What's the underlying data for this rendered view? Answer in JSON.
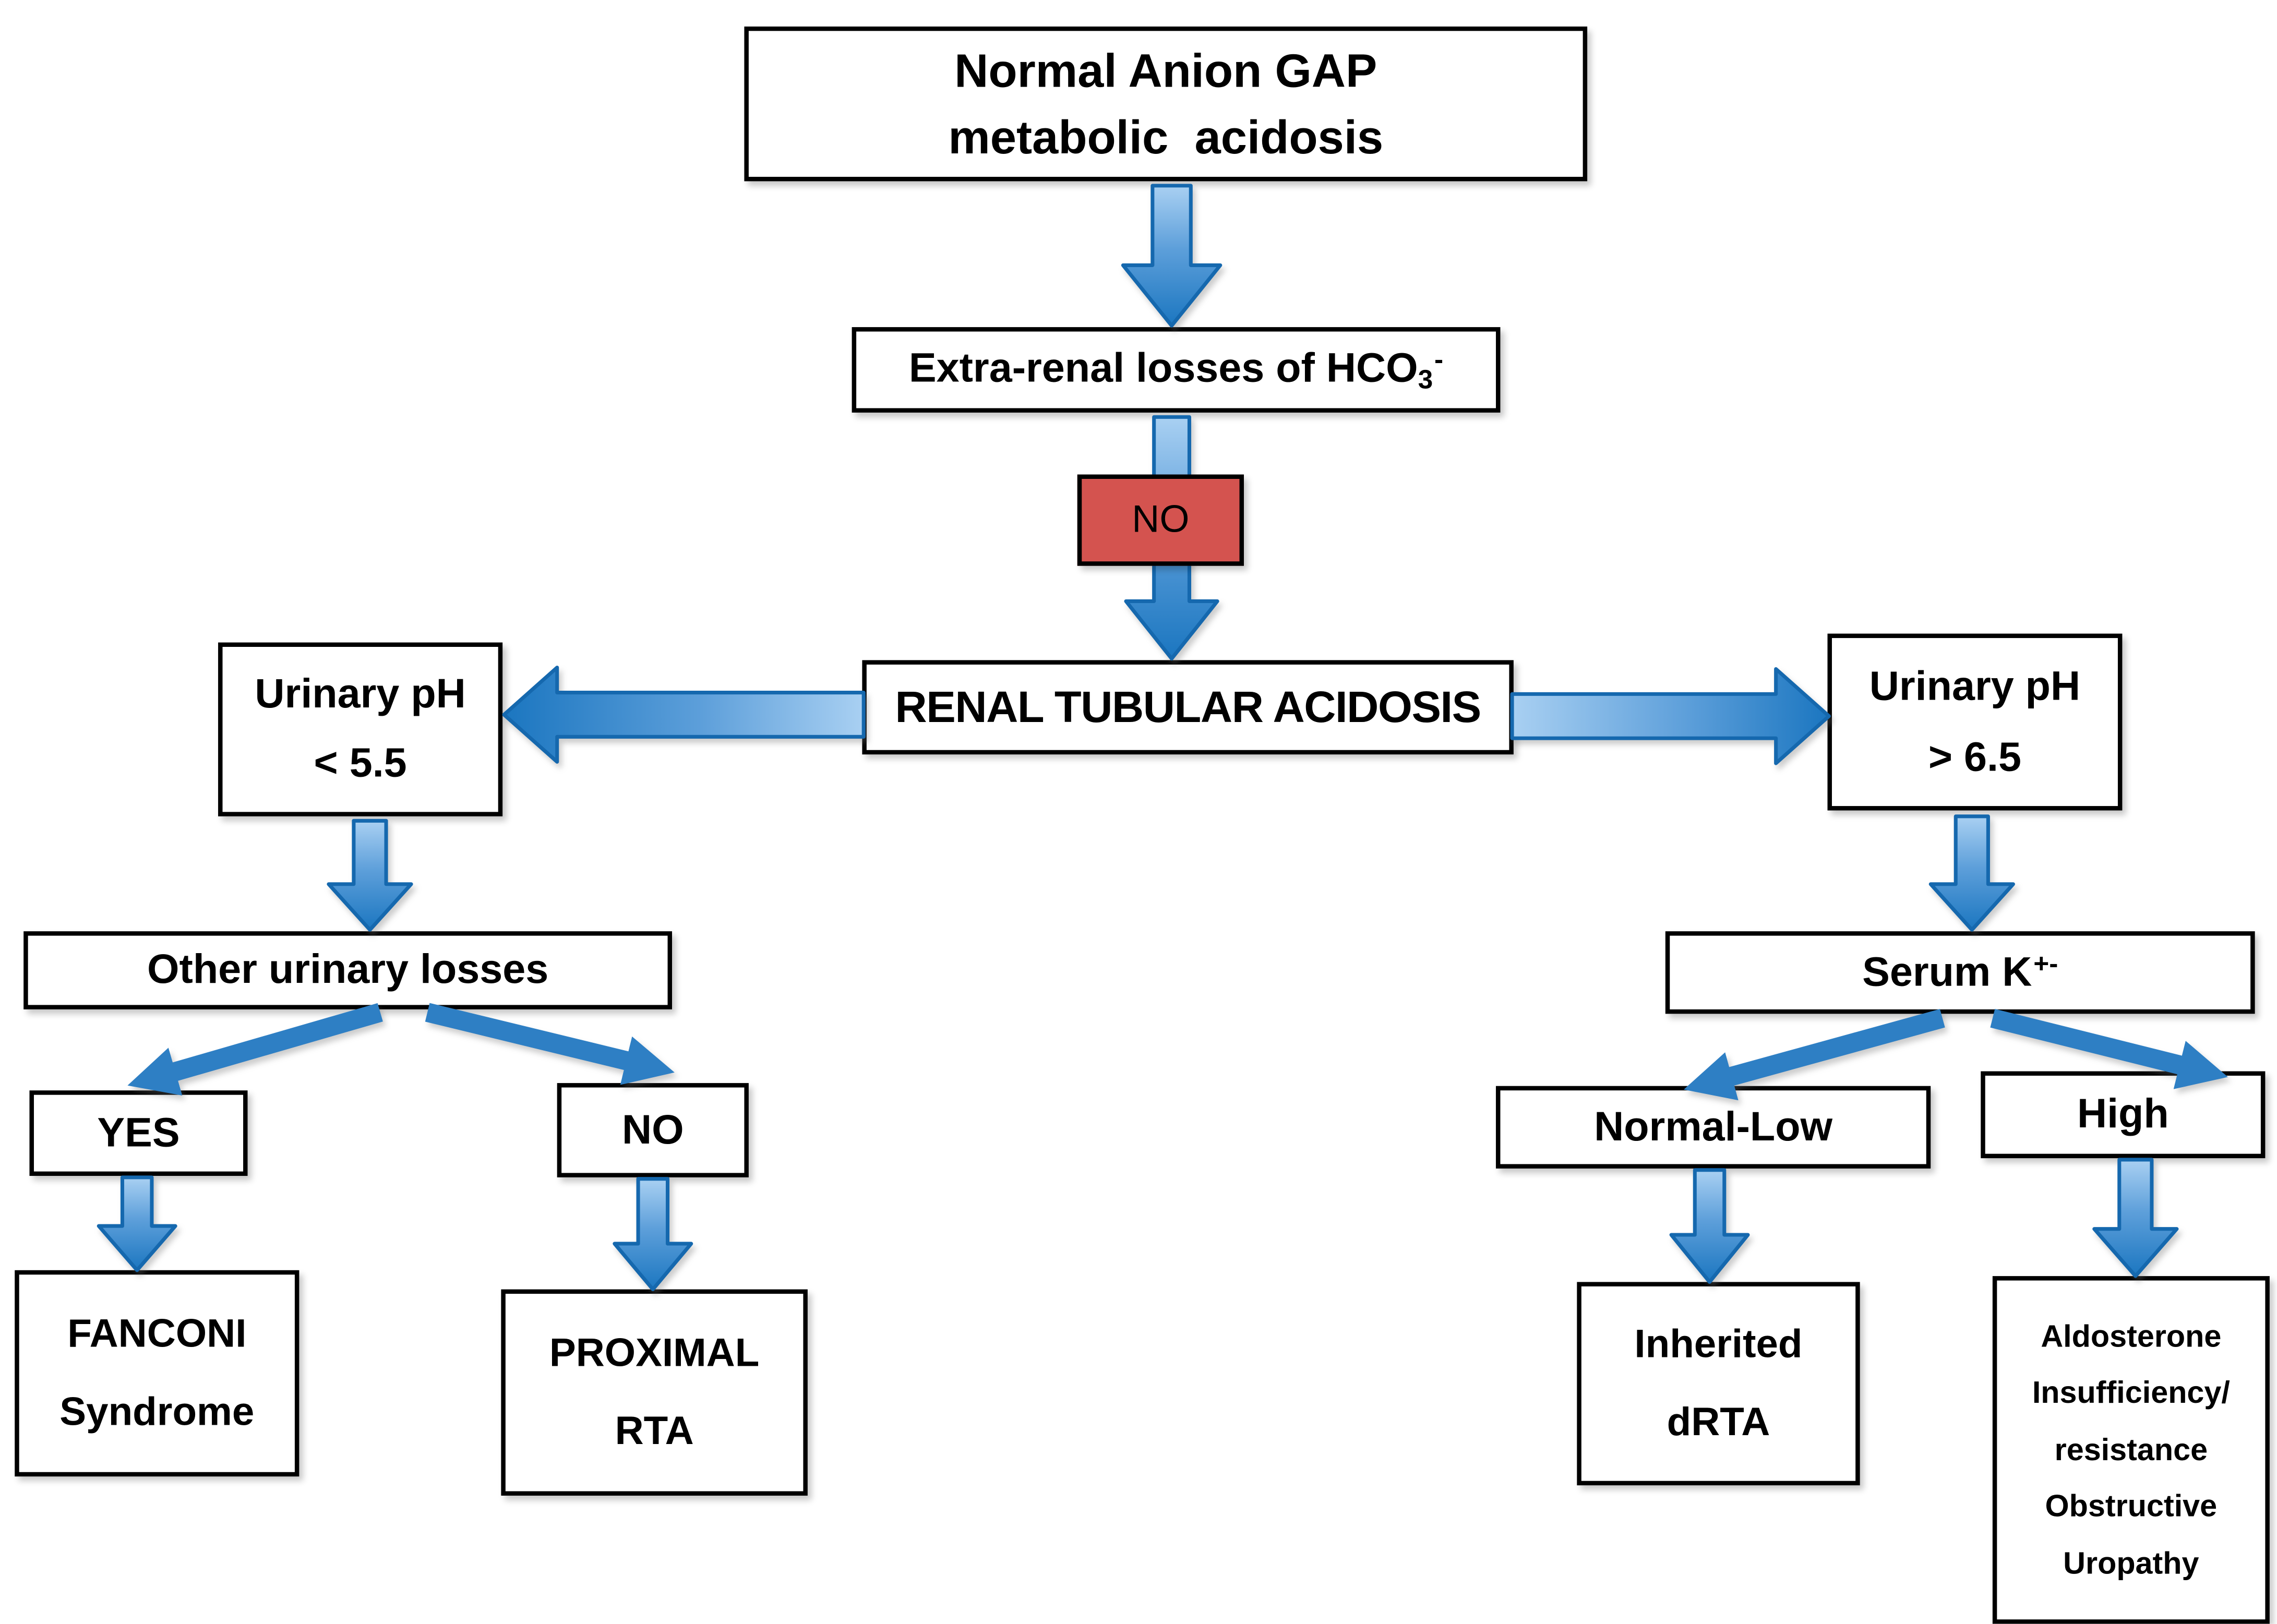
{
  "nodes": {
    "top": {
      "line1": "Normal Anion GAP",
      "line2": "metabolic  acidosis"
    },
    "extrarenal": {
      "prefix": "Extra-renal losses of HCO",
      "sub": "3",
      "sup": "-"
    },
    "no_gate": {
      "label": "NO"
    },
    "rta": {
      "label": "RENAL TUBULAR ACIDOSIS"
    },
    "ph_low": {
      "line1": "Urinary pH",
      "line2": "< 5.5"
    },
    "ph_high": {
      "line1": "Urinary pH",
      "line2": "> 6.5"
    },
    "other_losses": {
      "label": "Other urinary losses"
    },
    "serum_k": {
      "prefix": "Serum K",
      "sup": "+-"
    },
    "yes": {
      "label": "YES"
    },
    "no2": {
      "label": "NO"
    },
    "normal_low": {
      "label": "Normal-Low"
    },
    "high": {
      "label": "High"
    },
    "fanconi": {
      "line1": "FANCONI",
      "line2": "Syndrome"
    },
    "proximal": {
      "line1": "PROXIMAL",
      "line2": "RTA"
    },
    "inherited": {
      "line1": "Inherited",
      "line2": "dRTA"
    },
    "aldosterone": {
      "lines": [
        "Aldosterone",
        "Insufficiency/",
        "resistance",
        "Obstructive",
        "Uropathy"
      ]
    }
  },
  "edges": [
    {
      "from": "normal-anion-gap",
      "to": "extra-renal-losses"
    },
    {
      "from": "extra-renal-losses",
      "to": "renal-tubular-acidosis",
      "gate": "NO"
    },
    {
      "from": "renal-tubular-acidosis",
      "to": "urinary-ph-low"
    },
    {
      "from": "renal-tubular-acidosis",
      "to": "urinary-ph-high"
    },
    {
      "from": "urinary-ph-low",
      "to": "other-urinary-losses"
    },
    {
      "from": "other-urinary-losses",
      "to": "yes"
    },
    {
      "from": "other-urinary-losses",
      "to": "no"
    },
    {
      "from": "yes",
      "to": "fanconi-syndrome"
    },
    {
      "from": "no",
      "to": "proximal-rta"
    },
    {
      "from": "urinary-ph-high",
      "to": "serum-k"
    },
    {
      "from": "serum-k",
      "to": "normal-low"
    },
    {
      "from": "serum-k",
      "to": "high"
    },
    {
      "from": "normal-low",
      "to": "inherited-drta"
    },
    {
      "from": "high",
      "to": "aldosterone-insufficiency-resistance-obstructive-uropathy"
    }
  ],
  "colors": {
    "arrow_blue_light": "#a9d0f2",
    "arrow_blue_dark": "#1b76c0",
    "arrow_blue_solid": "#2e7fc4",
    "no_gate_red": "#d4534f",
    "box_border": "#000000",
    "text": "#000000",
    "background": "#ffffff"
  }
}
